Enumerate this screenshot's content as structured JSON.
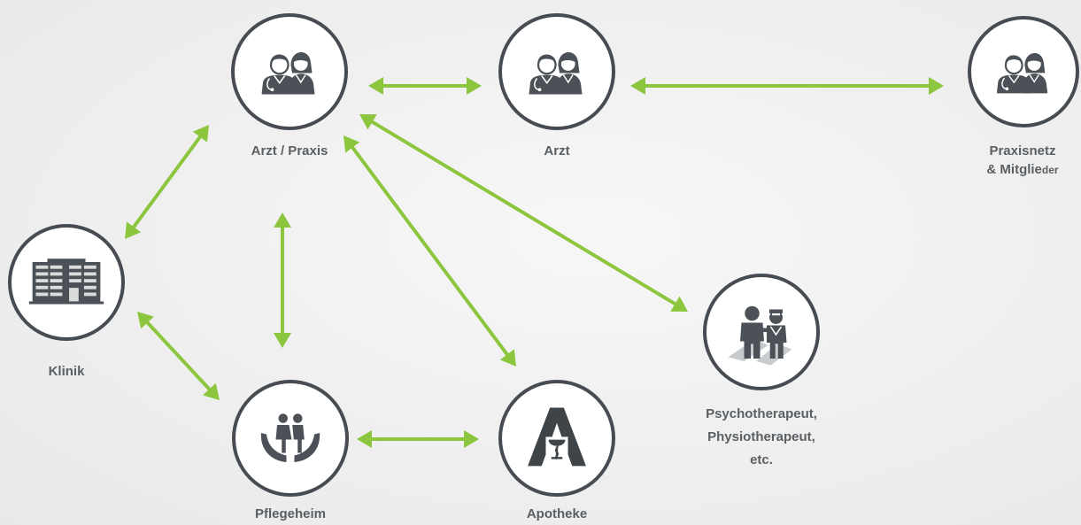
{
  "colors": {
    "arrow": "#8cc63f",
    "circle_stroke": "#464c51",
    "icon": "#4b5156",
    "label": "#5a5f63"
  },
  "nodes": {
    "arzt_praxis": {
      "label": "Arzt / Praxis",
      "icon": "doctors-icon"
    },
    "arzt": {
      "label": "Arzt",
      "icon": "doctors-icon"
    },
    "praxisnetz": {
      "label_line1": "Praxisnetz",
      "label_line2_a": "& Mitglie",
      "label_line2_b": "der",
      "icon": "doctors-icon"
    },
    "klinik": {
      "label": "Klinik",
      "icon": "hospital-building-icon"
    },
    "pflegeheim": {
      "label": "Pflegeheim",
      "icon": "caring-hands-couple-icon"
    },
    "apotheke": {
      "label": "Apotheke",
      "icon": "pharmacy-a-icon"
    },
    "therapeut": {
      "label_line1": "Psychotherapeut,",
      "label_line2": "Physiotherapeut,",
      "label_line3": "etc.",
      "icon": "therapist-patient-icon"
    }
  },
  "connections": [
    {
      "from": "arzt_praxis",
      "to": "arzt"
    },
    {
      "from": "arzt",
      "to": "praxisnetz"
    },
    {
      "from": "arzt_praxis",
      "to": "klinik"
    },
    {
      "from": "arzt_praxis",
      "to": "pflegeheim"
    },
    {
      "from": "arzt_praxis",
      "to": "apotheke"
    },
    {
      "from": "arzt_praxis",
      "to": "therapeut"
    },
    {
      "from": "klinik",
      "to": "pflegeheim"
    },
    {
      "from": "pflegeheim",
      "to": "apotheke"
    }
  ]
}
